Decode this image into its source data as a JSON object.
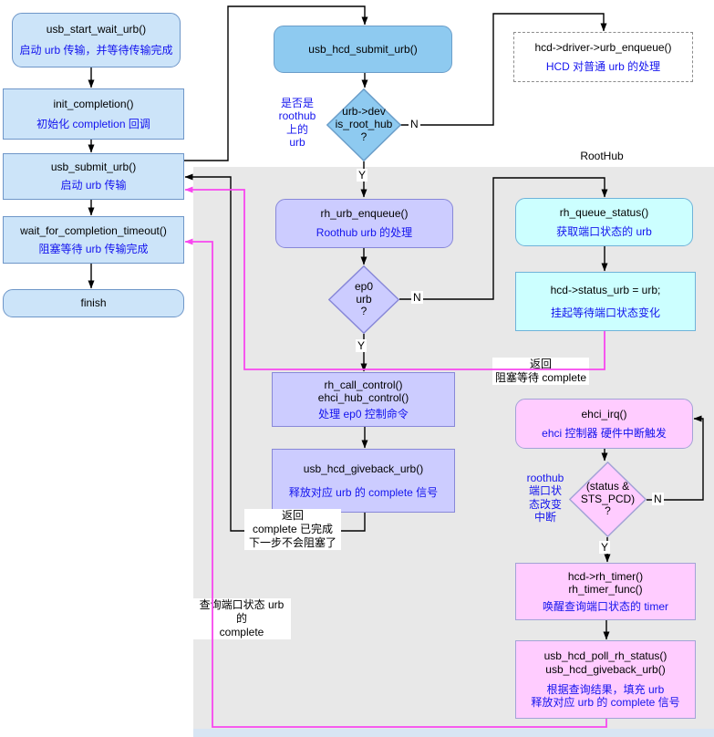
{
  "region_label": "RootHub",
  "yn": {
    "yes": "Y",
    "no": "N"
  },
  "nodes": {
    "usb_start_wait": {
      "title": "usb_start_wait_urb()",
      "sub": "启动 urb 传输，并等待传输完成"
    },
    "init_completion": {
      "title": "init_completion()",
      "sub": "初始化 completion 回调"
    },
    "usb_submit": {
      "title": "usb_submit_urb()",
      "sub": "启动 urb 传输"
    },
    "wait_timeout": {
      "title": "wait_for_completion_timeout()",
      "sub": "阻塞等待 urb 传输完成"
    },
    "finish": {
      "title": "finish"
    },
    "usb_hcd_submit": {
      "title": "usb_hcd_submit_urb()"
    },
    "is_root_hub": {
      "title": "urb->dev\nis_root_hub\n?"
    },
    "hcd_enqueue": {
      "title": "hcd->driver->urb_enqueue()",
      "sub": "HCD 对普通 urb 的处理"
    },
    "rh_urb_enqueue": {
      "title": "rh_urb_enqueue()",
      "sub": "Roothub urb 的处理"
    },
    "ep0": {
      "title": "ep0\nurb\n?"
    },
    "rh_queue_status": {
      "title": "rh_queue_status()",
      "sub": "获取端口状态的 urb"
    },
    "status_urb": {
      "title": "hcd->status_urb = urb;",
      "sub": "挂起等待端口状态变化"
    },
    "rh_call_control": {
      "title": "rh_call_control()\nehci_hub_control()",
      "sub": "处理 ep0 控制命令"
    },
    "giveback": {
      "title": "usb_hcd_giveback_urb()",
      "sub": "释放对应 urb 的 complete 信号"
    },
    "ehci_irq": {
      "title": "ehci_irq()",
      "sub": "ehci 控制器 硬件中断触发"
    },
    "sts_pcd": {
      "title": "(status &\nSTS_PCD)\n?"
    },
    "rh_timer": {
      "title": "hcd->rh_timer()\nrh_timer_func()",
      "sub": "唤醒查询端口状态的 timer"
    },
    "poll_rh": {
      "title": "usb_hcd_poll_rh_status()\nusb_hcd_giveback_urb()",
      "sub": "根据查询结果，填充 urb\n释放对应 urb 的 complete 信号"
    }
  },
  "annotations": {
    "is_roothub_q": "是否是\nroothub\n上的\nurb",
    "return_block": "返回\n阻塞等待 complete",
    "return_complete": "返回\ncomplete 已完成\n下一步不会阻塞了",
    "query_complete": "查询端口状态 urb 的\ncomplete",
    "port_change_irq": "roothub\n端口状\n态改变\n中断"
  },
  "colors": {
    "light_blue_fill": "#cce4f9",
    "sky_blue_fill": "#8ecaf0",
    "lavender_fill": "#ccccff",
    "cyan_fill": "#ccffff",
    "pink_fill": "#ffccff",
    "region_gray": "#e8e8e8",
    "annotation_blue": "#1414ee",
    "magenta_line": "#f747ee",
    "black_line": "#000000"
  }
}
